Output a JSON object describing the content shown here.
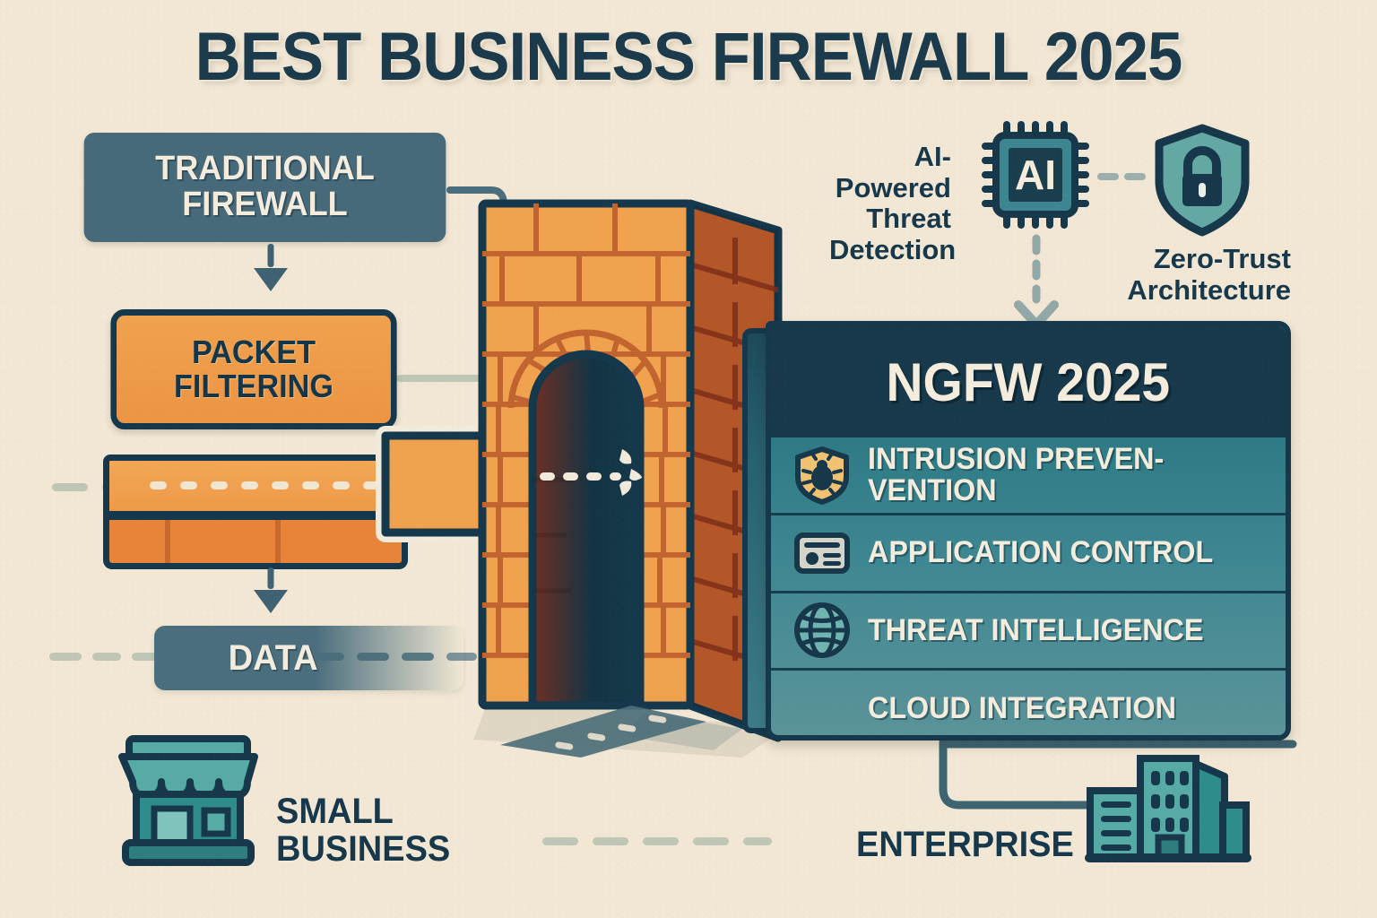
{
  "title": "BEST BUSINESS FIREWALL 2025",
  "left_flow": {
    "traditional_firewall": "TRADITIONAL FIREWALL",
    "packet_filtering": "PACKET FILTERING",
    "data_label": "DATA"
  },
  "ngfw_panel": {
    "header": "NGFW 2025",
    "features": [
      {
        "label": "INTRUSION PREVEN-VENTION",
        "icon": "shield-bug-icon"
      },
      {
        "label": "APPLICATION CONTROL",
        "icon": "id-card-icon"
      },
      {
        "label": "THREAT INTELLIGENCE",
        "icon": "globe-icon"
      },
      {
        "label": "CLOUD INTEGRATION",
        "icon": "none"
      }
    ]
  },
  "callouts": {
    "ai_threat": "AI-Powered Threat Detection",
    "ai_chip_label": "AI",
    "zero_trust": "Zero-Trust Architecture"
  },
  "segments": {
    "small_business": "SMALL BUSINESS",
    "enterprise": "ENTERPRISE"
  },
  "colors": {
    "background": "#F1E7D4",
    "navy": "#17384B",
    "slate": "#466A7A",
    "orange": "#EE9A48",
    "brick": "#E8833A",
    "teal": "#3D8691",
    "teal_light": "#5FA9A8",
    "cream": "#F4ECDC",
    "amber": "#F0C271",
    "dash_gray": "#BFC6B5"
  }
}
